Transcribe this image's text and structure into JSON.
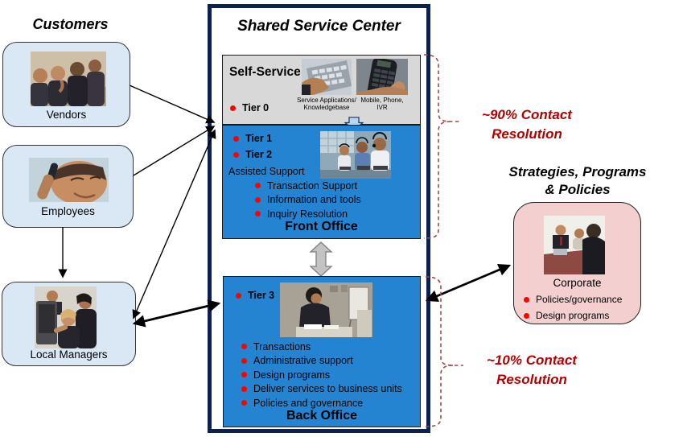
{
  "left": {
    "title": "Customers",
    "customers": [
      {
        "label": "Vendors"
      },
      {
        "label": "Employees"
      },
      {
        "label": "Local Managers"
      }
    ]
  },
  "center": {
    "title": "Shared Service Center",
    "self_service": {
      "heading": "Self-Service",
      "tier": "Tier 0",
      "caption_apps": "Service Applications/ Knowledgebase",
      "caption_mobile": "Mobile, Phone, IVR"
    },
    "front_office": {
      "tier1": "Tier 1",
      "tier2": "Tier 2",
      "subheading": "Assisted Support",
      "bullets": [
        "Transaction Support",
        "Information and tools",
        "Inquiry Resolution"
      ],
      "footer": "Front Office"
    },
    "back_office": {
      "tier": "Tier 3",
      "bullets": [
        "Transactions",
        "Administrative support",
        "Design programs",
        "Deliver services to business units",
        "Policies and governance"
      ],
      "footer": "Back Office"
    }
  },
  "right": {
    "contact_top_line1": "~90% Contact",
    "contact_top_line2": "Resolution",
    "strategies_line1": "Strategies, Programs",
    "strategies_line2": "& Policies",
    "corporate": {
      "label": "Corporate",
      "bullets": [
        "Policies/governance",
        "Design programs"
      ]
    },
    "contact_bottom_line1": "~10% Contact",
    "contact_bottom_line2": "Resolution"
  },
  "colors": {
    "navy_border": "#0E2050",
    "tier_blue": "#2484D2",
    "self_service_gray": "#D8D8D8",
    "customer_box_blue": "#DAE8F6",
    "corporate_pink": "#F3CFCF",
    "contact_red": "#B50000",
    "bullet_red": "#FF0000",
    "brace_red": "#9C4B48"
  }
}
